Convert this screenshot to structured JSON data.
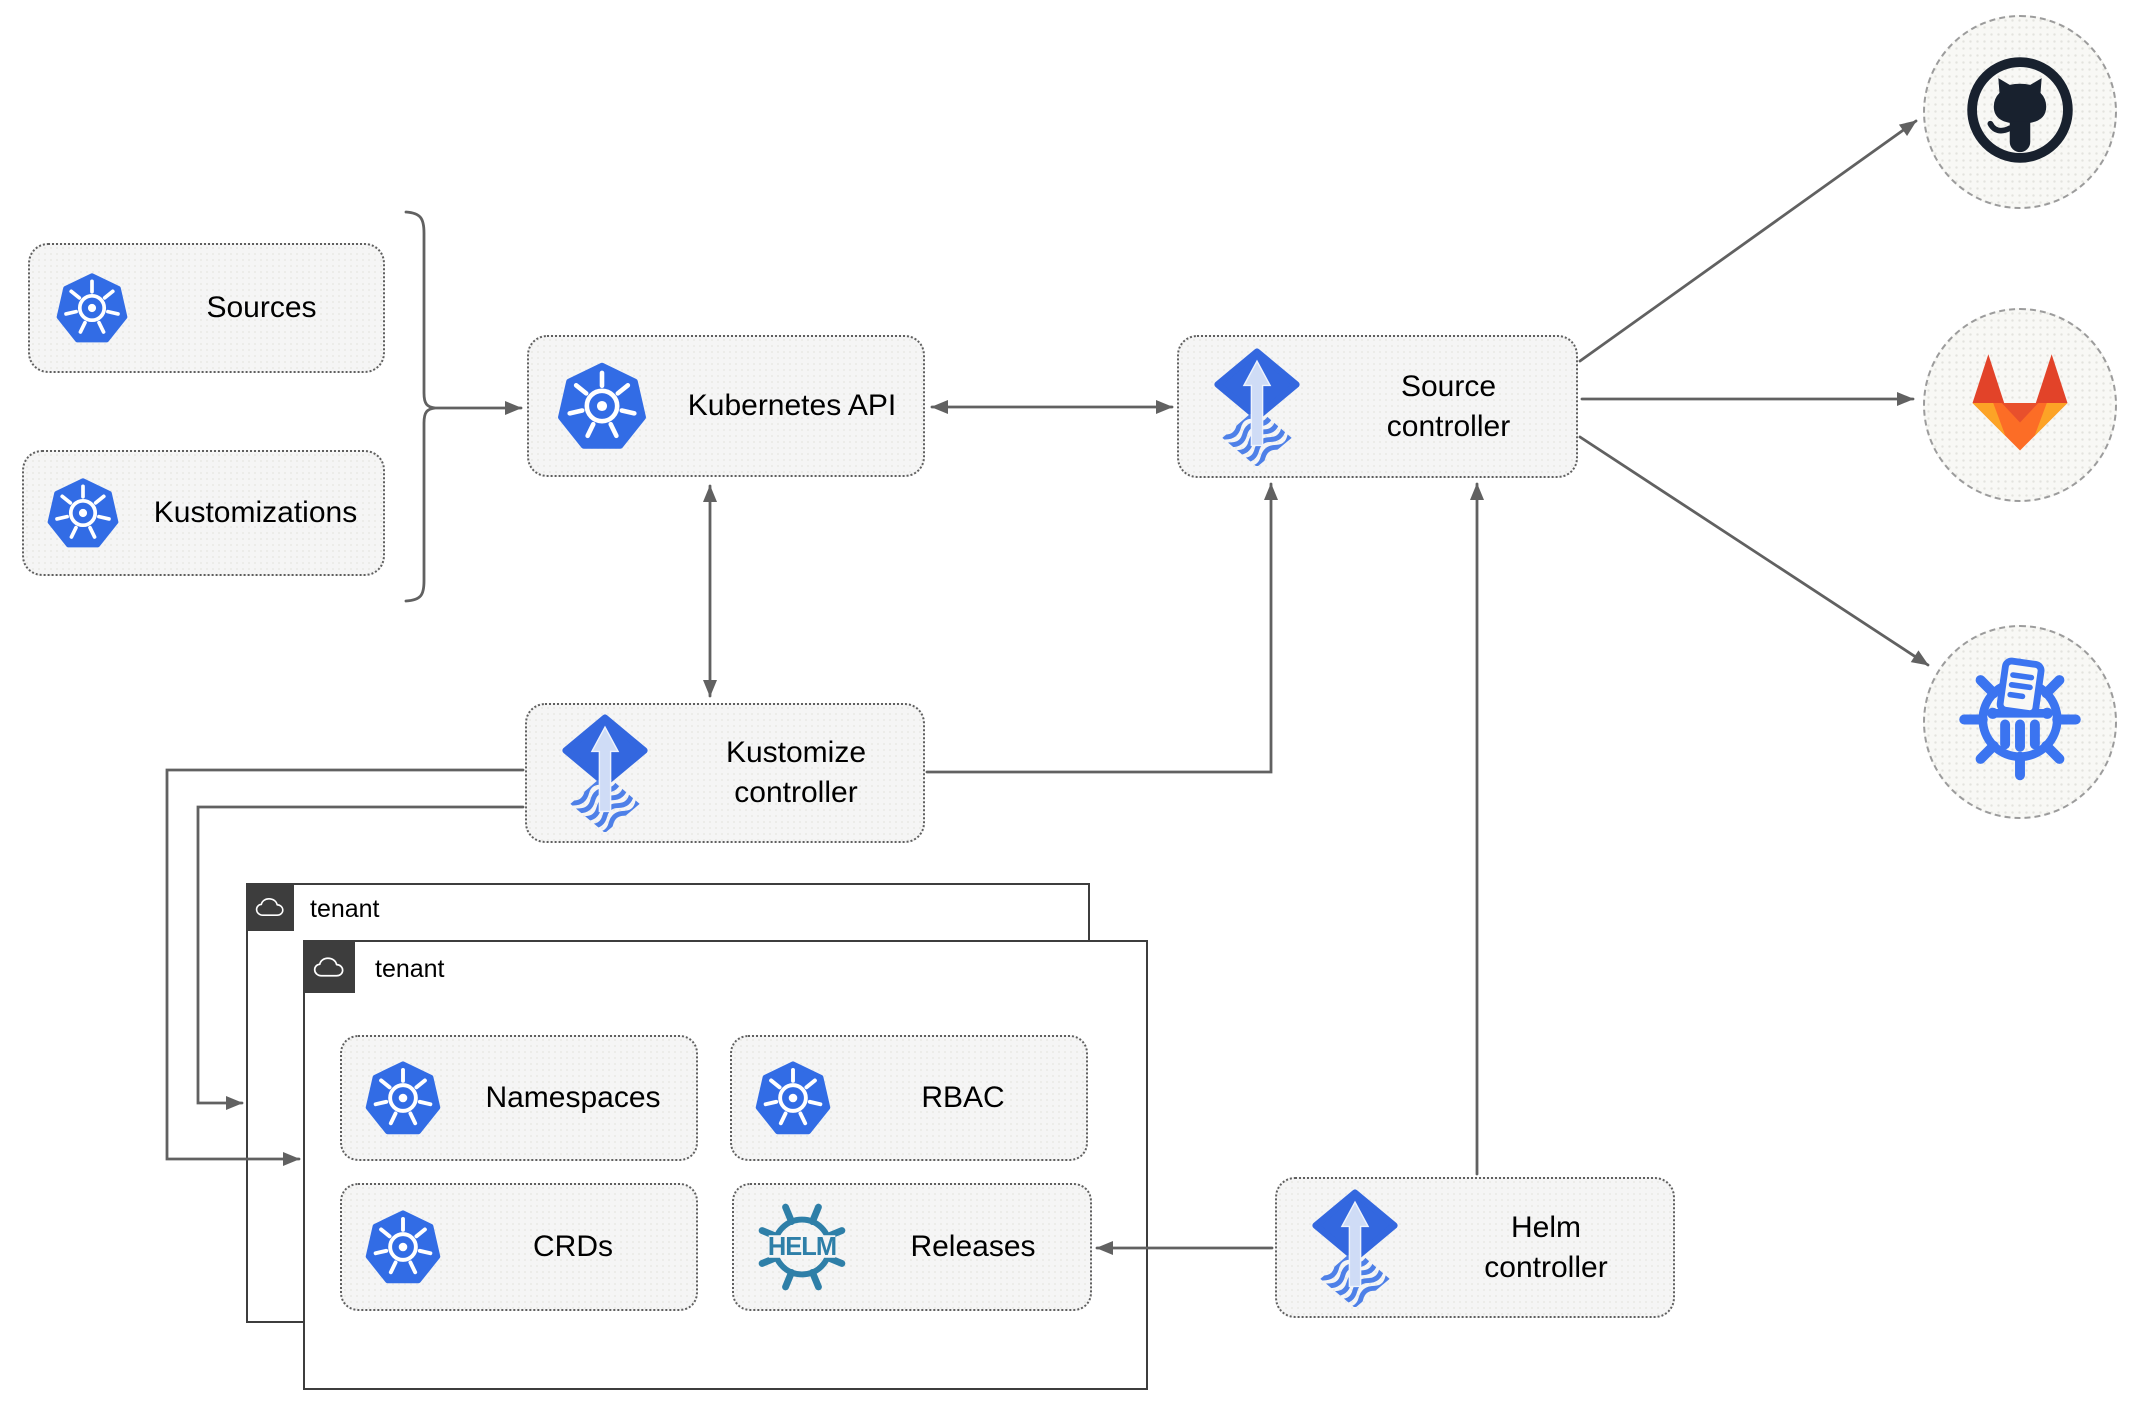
{
  "colors": {
    "kubernetes_blue": "#326ce5",
    "flux_blue": "#3367df",
    "flux_wave_blue": "#4e80e8",
    "flux_arrow_light": "#cfdcf6",
    "helm_teal": "#2e7fa8",
    "github_dark": "#18212e",
    "gitlab_red": "#e24329",
    "gitlab_orange": "#fc6d26",
    "gitlab_yellow": "#fca326",
    "chartmuseum_blue": "#3b74f0",
    "node_fill": "#f5f5f5",
    "node_border": "#5f5f5f",
    "arrow_gray": "#616161",
    "tenant_border": "#3d3d3d"
  },
  "nodes": {
    "sources": {
      "label": "Sources",
      "icon": "kubernetes-icon"
    },
    "kustomizations": {
      "label": "Kustomizations",
      "icon": "kubernetes-icon"
    },
    "kubernetes_api": {
      "label": "Kubernetes API",
      "icon": "kubernetes-icon"
    },
    "source_controller": {
      "label": "Source\ncontroller",
      "icon": "flux-icon"
    },
    "kustomize_controller": {
      "label": "Kustomize\ncontroller",
      "icon": "flux-icon"
    },
    "helm_controller": {
      "label": "Helm\ncontroller",
      "icon": "flux-icon"
    },
    "namespaces": {
      "label": "Namespaces",
      "icon": "kubernetes-icon"
    },
    "rbac": {
      "label": "RBAC",
      "icon": "kubernetes-icon"
    },
    "crds": {
      "label": "CRDs",
      "icon": "kubernetes-icon"
    },
    "releases": {
      "label": "Releases",
      "icon": "helm-icon"
    }
  },
  "groups": {
    "tenant_outer": {
      "label": "tenant",
      "icon": "cloud-icon"
    },
    "tenant_inner": {
      "label": "tenant",
      "icon": "cloud-icon"
    }
  },
  "endpoints": {
    "github": {
      "icon": "github-icon"
    },
    "gitlab": {
      "icon": "gitlab-icon"
    },
    "chart_repository": {
      "icon": "chartmuseum-icon"
    }
  },
  "helm_logo_text": "HELM",
  "edges": [
    {
      "from": "sources_and_kustomizations",
      "to": "kubernetes_api",
      "direction": "forward"
    },
    {
      "from": "kubernetes_api",
      "to": "source_controller",
      "direction": "bidirectional"
    },
    {
      "from": "kubernetes_api",
      "to": "kustomize_controller",
      "direction": "bidirectional"
    },
    {
      "from": "kustomize_controller",
      "to": "source_controller",
      "direction": "forward"
    },
    {
      "from": "kustomize_controller",
      "to": "tenant_inner",
      "direction": "forward"
    },
    {
      "from": "kustomize_controller",
      "to": "tenant_outer",
      "direction": "forward"
    },
    {
      "from": "helm_controller",
      "to": "source_controller",
      "direction": "forward"
    },
    {
      "from": "helm_controller",
      "to": "releases",
      "direction": "forward"
    },
    {
      "from": "source_controller",
      "to": "github",
      "direction": "forward"
    },
    {
      "from": "source_controller",
      "to": "gitlab",
      "direction": "forward"
    },
    {
      "from": "source_controller",
      "to": "chart_repository",
      "direction": "forward"
    }
  ]
}
